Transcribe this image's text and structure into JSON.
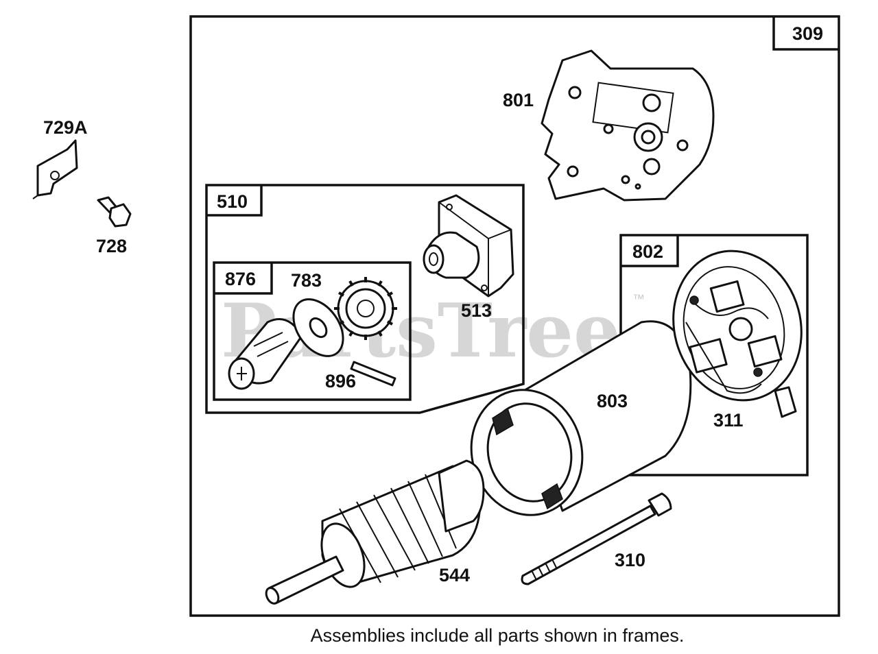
{
  "callouts": {
    "p309": "309",
    "p801": "801",
    "p729A": "729A",
    "p728": "728",
    "p510": "510",
    "p876": "876",
    "p783": "783",
    "p513": "513",
    "p896": "896",
    "p802": "802",
    "p803": "803",
    "p311": "311",
    "p544": "544",
    "p310": "310"
  },
  "watermark": {
    "text": "PartsTree",
    "trademark": "™"
  },
  "caption": "Assemblies include all parts shown in frames."
}
